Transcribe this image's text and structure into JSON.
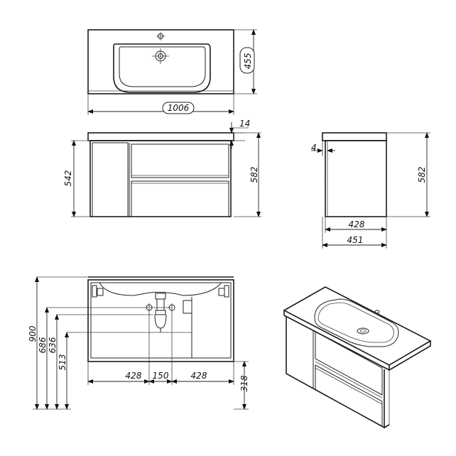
{
  "top_view": {
    "depth": "455",
    "width": "1006"
  },
  "front_view": {
    "top_thickness": "14",
    "body_height": "542",
    "total_height": "582"
  },
  "side_view": {
    "offset": "4",
    "total_height": "582",
    "body_depth": "428",
    "total_depth": "451"
  },
  "back_view": {
    "heights": [
      "900",
      "686",
      "636",
      "513"
    ],
    "widths": [
      "428",
      "150",
      "428"
    ],
    "bottom_height": "318"
  }
}
